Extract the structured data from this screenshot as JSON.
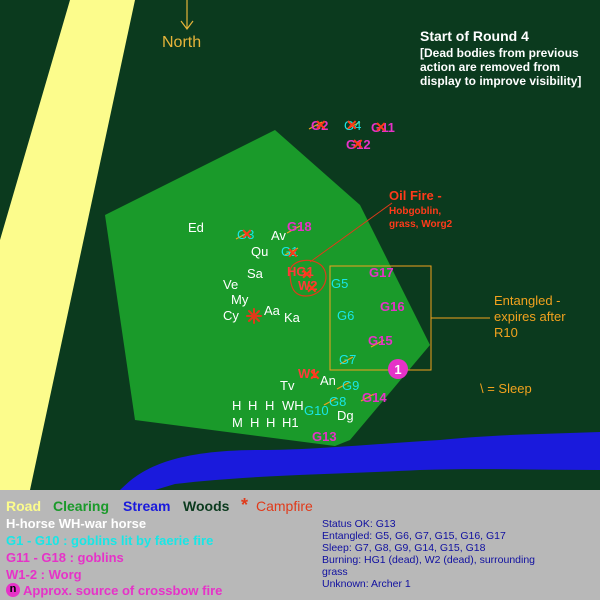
{
  "header": {
    "title": "Start of Round 4",
    "note": "[Dead bodies from previous action are removed from display to improve visibility]"
  },
  "compass": {
    "label": "North",
    "icon": "north-arrow-icon"
  },
  "colors": {
    "road": "#fcfc8c",
    "clearing": "#1a9a2a",
    "stream": "#1a1adc",
    "woods": "#0b3a1e",
    "campfire": "#e03a1a",
    "goblin_lit": "#19e6e6",
    "goblin": "#e632c8",
    "annotation": "#f2a21e"
  },
  "characters": [
    "Ed",
    "Av",
    "Qu",
    "Sa",
    "Ve",
    "My",
    "Cy",
    "Aa",
    "Ka",
    "Tv",
    "An",
    "Dg"
  ],
  "horses": [
    "H",
    "H",
    "H",
    "WH",
    "M",
    "H",
    "H",
    "H1"
  ],
  "goblins_lit": [
    "G3",
    "G4",
    "G5",
    "G6",
    "G7",
    "G8",
    "G9",
    "G10"
  ],
  "goblins": [
    "G1",
    "G2",
    "G11",
    "G12",
    "G13",
    "G14",
    "G15",
    "G16",
    "G17",
    "G18"
  ],
  "misc_units": [
    "G1",
    "HG1",
    "W2",
    "W1"
  ],
  "oil_fire": {
    "title": "Oil Fire -",
    "detail": "Hobgoblin, grass, Worg2"
  },
  "entangled": {
    "label": "Entangled - expires after R10"
  },
  "sleep_key": {
    "label": "\\ = Sleep"
  },
  "crossbow_marker": {
    "label": "1"
  },
  "legend": {
    "road": "Road",
    "clearing": "Clearing",
    "stream": "Stream",
    "woods": "Woods",
    "campfire": "Campfire",
    "horses": "H-horse  WH-war horse",
    "goblins_lit": "G1 - G10   : goblins lit by faerie fire",
    "goblins": "G11 - G18  : goblins",
    "worg": "W1-2 :  Worg",
    "crossbow_badge": "n",
    "crossbow": "Approx. source of crossbow fire"
  },
  "status": [
    "Status OK:  G13",
    "Entangled: G5, G6, G7, G15, G16, G17",
    "Sleep: G7, G8, G9, G14, G15, G18",
    "Burning: HG1 (dead), W2 (dead), surrounding",
    "grass",
    "Unknown: Archer 1"
  ]
}
